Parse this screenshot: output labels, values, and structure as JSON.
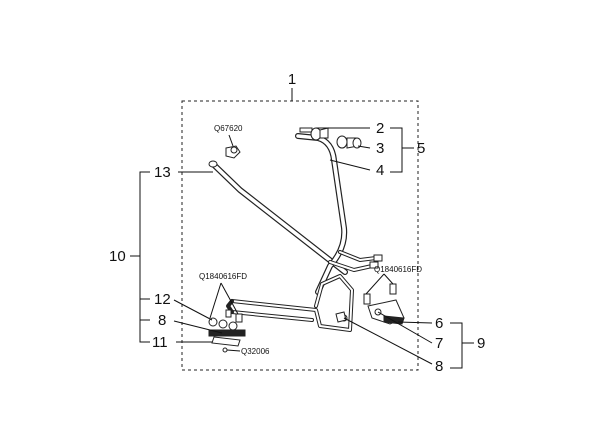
{
  "callouts": {
    "c1": "1",
    "c2": "2",
    "c3": "3",
    "c4": "4",
    "c5": "5",
    "c6": "6",
    "c7": "7",
    "c8a": "8",
    "c8b": "8",
    "c9": "9",
    "c10": "10",
    "c11": "11",
    "c12": "12",
    "c13": "13"
  },
  "part_codes": {
    "clip_top": "Q67620",
    "bolt_left": "Q1840616FD",
    "bolt_right": "Q1840616FD",
    "nut_bottom": "Q32006"
  }
}
